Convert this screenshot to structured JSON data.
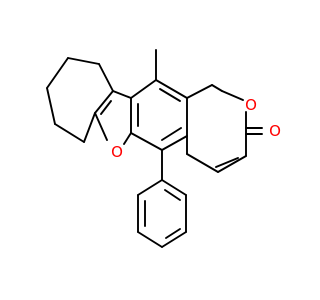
{
  "molecule": {
    "atoms": [
      {
        "id": "o_carbonyl",
        "symbol": "O",
        "color": "#ff0000"
      },
      {
        "id": "o_pyranone",
        "symbol": "O",
        "color": "#ff0000"
      },
      {
        "id": "o_furan",
        "symbol": "O",
        "color": "#ff0000"
      }
    ],
    "bond_color": "#000000",
    "background": "#ffffff"
  }
}
